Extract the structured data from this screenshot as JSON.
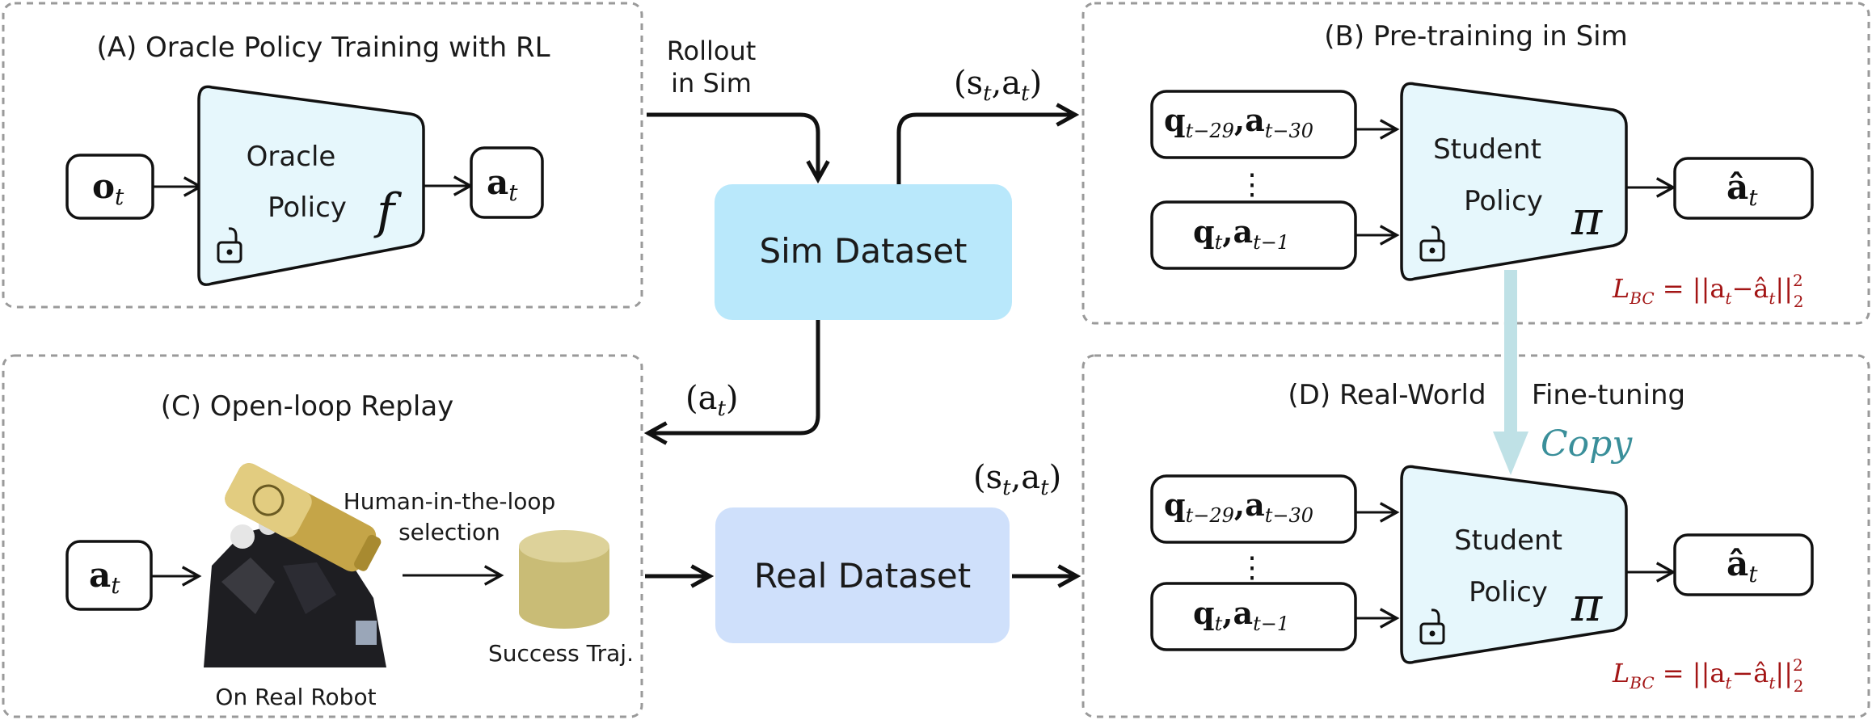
{
  "panel_a": {
    "title": "(A) Oracle Policy Training with RL",
    "input": "o",
    "input_sub": "t",
    "policy_line1": "Oracle",
    "policy_line2": "Policy",
    "policy_symbol": "f",
    "output": "a",
    "output_sub": "t"
  },
  "panel_b": {
    "title": "(B) Pre-training in Sim",
    "input_top": "q",
    "input_top_sub1": "t−29",
    "input_top_mid": ",a",
    "input_top_sub2": "t−30",
    "vdots": "⋮",
    "input_bottom": "q",
    "input_bottom_sub1": "t",
    "input_bottom_mid": ",a",
    "input_bottom_sub2": "t−1",
    "policy_line1": "Student",
    "policy_line2": "Policy",
    "policy_symbol": "π",
    "output": "â",
    "output_sub": "t",
    "loss_lhs": "L",
    "loss_lhs_sub": "BC",
    "loss_rhs": " = ||a",
    "loss_mid": "−â",
    "loss_end": "||",
    "loss_sub": "t",
    "loss_sup": "2",
    "loss_sub2": "2"
  },
  "panel_c": {
    "title": "(C) Open-loop Replay",
    "input": "a",
    "input_sub": "t",
    "robot_caption": "On Real Robot",
    "hitl_line1": "Human-in-the-loop",
    "hitl_line2": "selection",
    "success_label": "Success Traj."
  },
  "panel_d": {
    "title_part1": "(D) Real-World",
    "title_part2": "Fine-tuning",
    "copy_label": "Copy",
    "input_top": "q",
    "input_top_sub1": "t−29",
    "input_top_mid": ",a",
    "input_top_sub2": "t−30",
    "vdots": "⋮",
    "input_bottom": "q",
    "input_bottom_sub1": "t",
    "input_bottom_mid": ",a",
    "input_bottom_sub2": "t−1",
    "policy_line1": "Student",
    "policy_line2": "Policy",
    "policy_symbol": "π",
    "output": "â",
    "output_sub": "t",
    "loss_lhs": "L",
    "loss_lhs_sub": "BC",
    "loss_rhs": " = ||a",
    "loss_mid": "−â",
    "loss_end": "||",
    "loss_sub": "t",
    "loss_sup": "2",
    "loss_sub2": "2"
  },
  "center": {
    "rollout_line1": "Rollout",
    "rollout_line2": "in Sim",
    "sim_dataset": "Sim Dataset",
    "real_dataset": "Real Dataset",
    "st_at_top": "(s",
    "st_at_top_sub1": "t",
    "st_at_top_mid": ",a",
    "st_at_top_sub2": "t",
    "st_at_top_end": ")",
    "at_label": "(a",
    "at_label_sub": "t",
    "at_label_end": ")",
    "st_at_bottom": "(s",
    "st_at_bottom_sub1": "t",
    "st_at_bottom_mid": ",a",
    "st_at_bottom_sub2": "t",
    "st_at_bottom_end": ")"
  },
  "colors": {
    "policy_fill": "#e6f7fc",
    "sim_dataset_fill": "#b9e8fb",
    "real_dataset_fill": "#cfe0fb",
    "copy_arrow": "#bfe1e6",
    "copy_text": "#3a8f9a",
    "loss_text": "#a31515",
    "panel_border": "#9a9a9a",
    "cylinder": "#c9bc76"
  }
}
